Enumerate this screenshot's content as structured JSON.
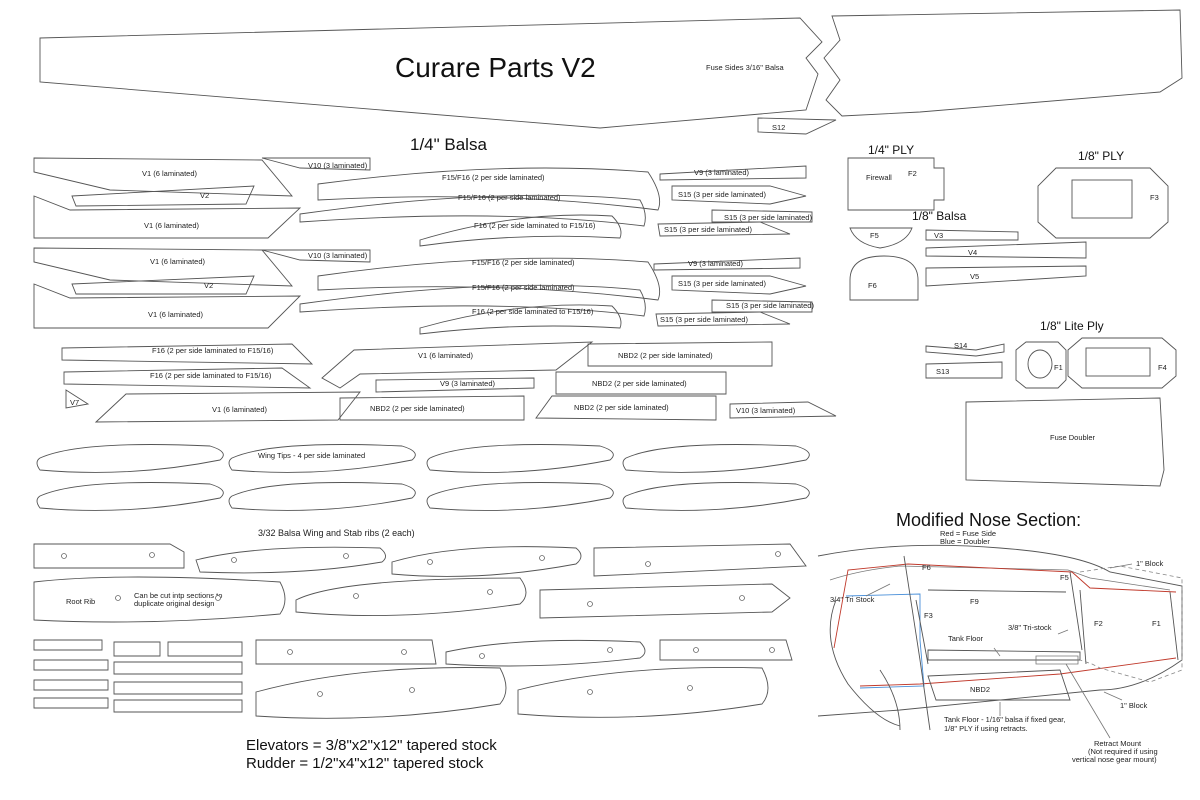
{
  "title": "Curare Parts V2",
  "fuse_sides": "Fuse Sides  3/16\"  Balsa",
  "s12": "S12",
  "quarter_balsa": {
    "header": "1/4\" Balsa",
    "v1": "V1  (6 laminated)",
    "v2": "V2",
    "v10": "V10 (3 laminated)",
    "f15f16": "F15/F16 (2 per side laminated)",
    "f16_to": "F16 (2 per side laminated to F15/16)",
    "v9": "V9 (3 laminated)",
    "s15": "S15 (3 per side laminated)",
    "nbd2": "NBD2  (2 per side laminated)",
    "v7": "V7",
    "wing_tips": "Wing Tips - 4 per side laminated"
  },
  "quarter_ply": {
    "header": "1/4\" PLY",
    "firewall": "Firewall",
    "f2": "F2"
  },
  "eighth_ply": {
    "header": "1/8\" PLY",
    "f3": "F3"
  },
  "eighth_balsa": {
    "header": "1/8\" Balsa",
    "f5": "F5",
    "v3": "V3",
    "f6": "F6",
    "v4": "V4",
    "v5": "V5"
  },
  "lite_ply": {
    "header": "1/8\" Lite Ply",
    "s14": "S14",
    "s13": "S13",
    "f1": "F1",
    "f4": "F4",
    "fuse_doubler": "Fuse Doubler"
  },
  "ribs": {
    "header": "3/32 Balsa Wing and Stab ribs  (2 each)",
    "root_rib": "Root Rib",
    "note_1": "Can be cut intp sections to",
    "note_2": "duplicate original design"
  },
  "stock": {
    "elevators": "Elevators = 3/8\"x2\"x12\" tapered stock",
    "rudder": "Rudder = 1/2\"x4\"x12\" tapered stock"
  },
  "nose": {
    "title": "Modified Nose Section:",
    "legend_red": "Red = Fuse Side",
    "legend_blue": "Blue = Doubler",
    "f6": "F6",
    "f5": "F5",
    "f9": "F9",
    "f3": "F3",
    "f2": "F2",
    "f1": "F1",
    "block_top": "1\" Block",
    "block_bottom": "1\" Block",
    "tri_stock": "3/4\" Tri Stock",
    "tri_stock_38": "3/8\" Tri-stock",
    "tank_floor": "Tank Floor",
    "nbd2": "NBD2",
    "tank_note_1": "Tank Floor - 1/16\" balsa if fixed gear,",
    "tank_note_2": "1/8\" PLY if using retracts.",
    "retract_1": "Retract Mount",
    "retract_2": "(Not required if using",
    "retract_3": "vertical nose gear mount)"
  }
}
